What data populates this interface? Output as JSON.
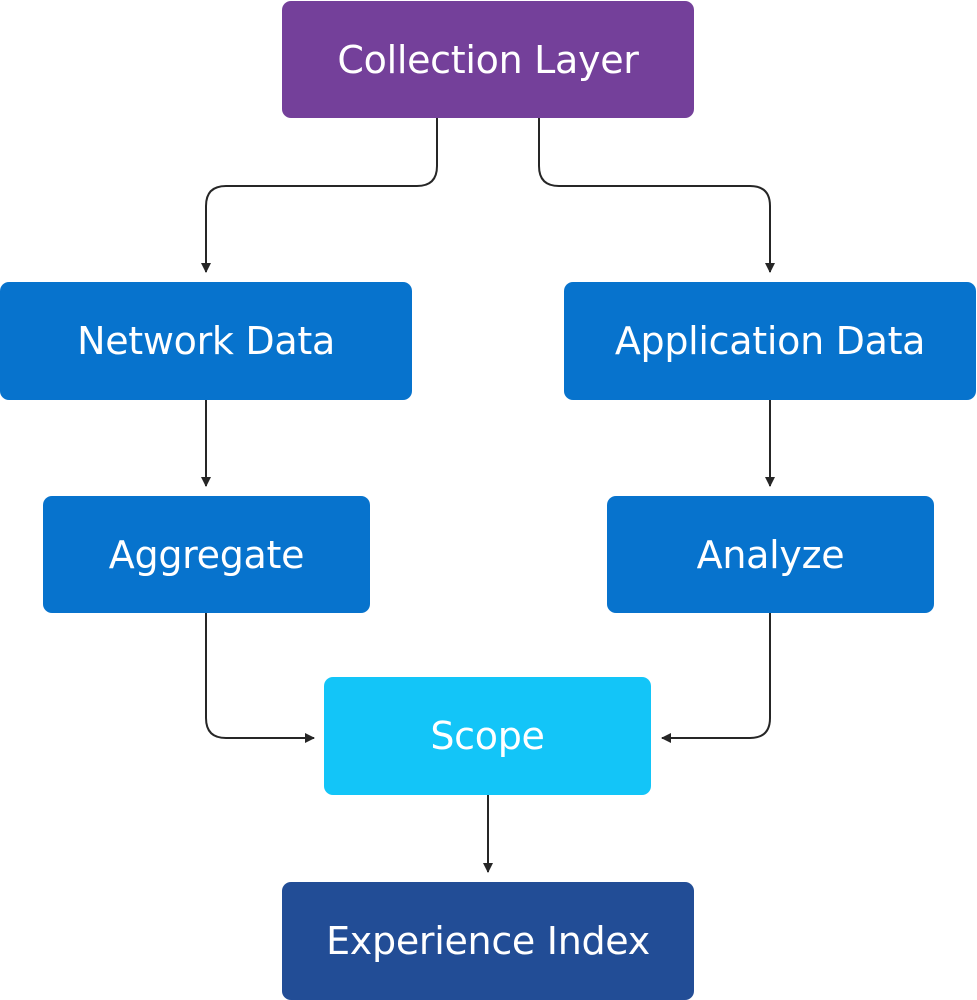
{
  "nodes": {
    "collection_layer": {
      "label": "Collection Layer",
      "color": "#74409a"
    },
    "network_data": {
      "label": "Network Data",
      "color": "#0773cd"
    },
    "application_data": {
      "label": "Application Data",
      "color": "#0773cd"
    },
    "aggregate": {
      "label": "Aggregate",
      "color": "#0773cd"
    },
    "analyze": {
      "label": "Analyze",
      "color": "#0773cd"
    },
    "scope": {
      "label": "Scope",
      "color": "#13c5f8"
    },
    "experience_index": {
      "label": "Experience Index",
      "color": "#224d96"
    }
  },
  "edges": [
    {
      "from": "Collection Layer",
      "to": "Network Data"
    },
    {
      "from": "Collection Layer",
      "to": "Application Data"
    },
    {
      "from": "Network Data",
      "to": "Aggregate"
    },
    {
      "from": "Application Data",
      "to": "Analyze"
    },
    {
      "from": "Aggregate",
      "to": "Scope"
    },
    {
      "from": "Analyze",
      "to": "Scope"
    },
    {
      "from": "Scope",
      "to": "Experience Index"
    }
  ],
  "colors": {
    "connector": "#262626",
    "background": "#ffffff"
  }
}
